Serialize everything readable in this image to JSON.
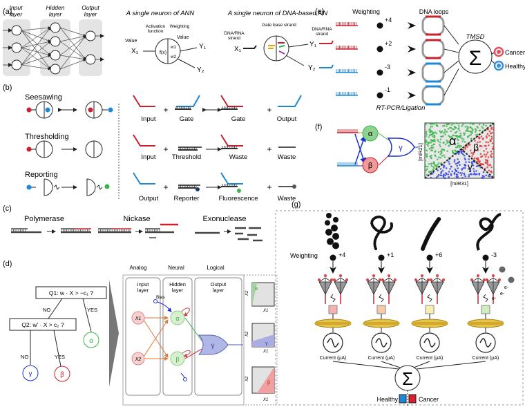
{
  "panel_a": {
    "label": "(a)",
    "layers": [
      "Input\nlayer",
      "Hidden\nlayer",
      "Output\nlayer"
    ],
    "ann_title": "A single neuron of ANN",
    "dna_title": "A single neuron of DNA-based NN",
    "activation": "Activation\nfunction",
    "weighting": "Weighting",
    "value_in": "Value",
    "value_out": "Value",
    "fx": "f(x)",
    "w1": "w1",
    "w2": "w2",
    "x1": "X₁",
    "y1": "Y₁",
    "y2": "Y₂",
    "dna_in": "DNA/RNA\nstrand",
    "gate_base": "Gate base strand",
    "dna_out": "DNA/RNA\nstrand"
  },
  "panel_b": {
    "label": "(b)",
    "rows": [
      {
        "title": "Seesawing",
        "items": [
          "Input",
          "Gate",
          "Gate",
          "Output"
        ]
      },
      {
        "title": "Thresholding",
        "items": [
          "Input",
          "Threshold",
          "Waste",
          "Waste"
        ]
      },
      {
        "title": "Reporting",
        "items": [
          "Output",
          "Reporter",
          "Fluorescence",
          "Waste"
        ]
      }
    ]
  },
  "panel_c": {
    "label": "(c)",
    "enzymes": [
      "Polymerase",
      "Nickase",
      "Exonuclease"
    ]
  },
  "panel_d": {
    "label": "(d)",
    "q1": "Q1: w · X > −c₁ ?",
    "q2": "Q2: w' · X > c₂ ?",
    "no": "NO",
    "yes": "YES",
    "alpha": "α",
    "beta": "β",
    "gamma": "γ",
    "columns": [
      "Analog",
      "Neural",
      "Logical"
    ],
    "boxes": [
      "Input\nlayer",
      "Hidden\nlayer",
      "Output\nlayer"
    ],
    "bias": "Bias",
    "x1": "X1",
    "x2": "X2"
  },
  "panel_e": {
    "label": "(e)",
    "weighting": "Weighting",
    "dna_loops": "DNA loops",
    "weights": [
      "+4",
      "+2",
      "-3",
      "-1"
    ],
    "tmsd": "TMSD",
    "sigma": "Σ",
    "cancer": "Cancer",
    "healthy": "Healthy",
    "method": "RT-PCR/Ligation"
  },
  "panel_f": {
    "label": "(f)",
    "alpha": "α",
    "beta": "β",
    "gamma": "γ",
    "ylabel": "[miR21]",
    "xlabel": "[miR31]"
  },
  "panel_g": {
    "label": "(g)",
    "weighting": "Weighting",
    "weights": [
      "+4",
      "+1",
      "+6",
      "-3"
    ],
    "current": "Current (μA)",
    "sigma": "Σ",
    "healthy": "Healthy",
    "cancer": "Cancer",
    "electrons": [
      "e-",
      "e-",
      "e-"
    ]
  },
  "colors": {
    "red": "#c8202d",
    "blue": "#1e88d4",
    "green": "#39b54a",
    "alpha": "#66c266",
    "beta": "#e26464",
    "gamma": "#8a8fd8"
  }
}
